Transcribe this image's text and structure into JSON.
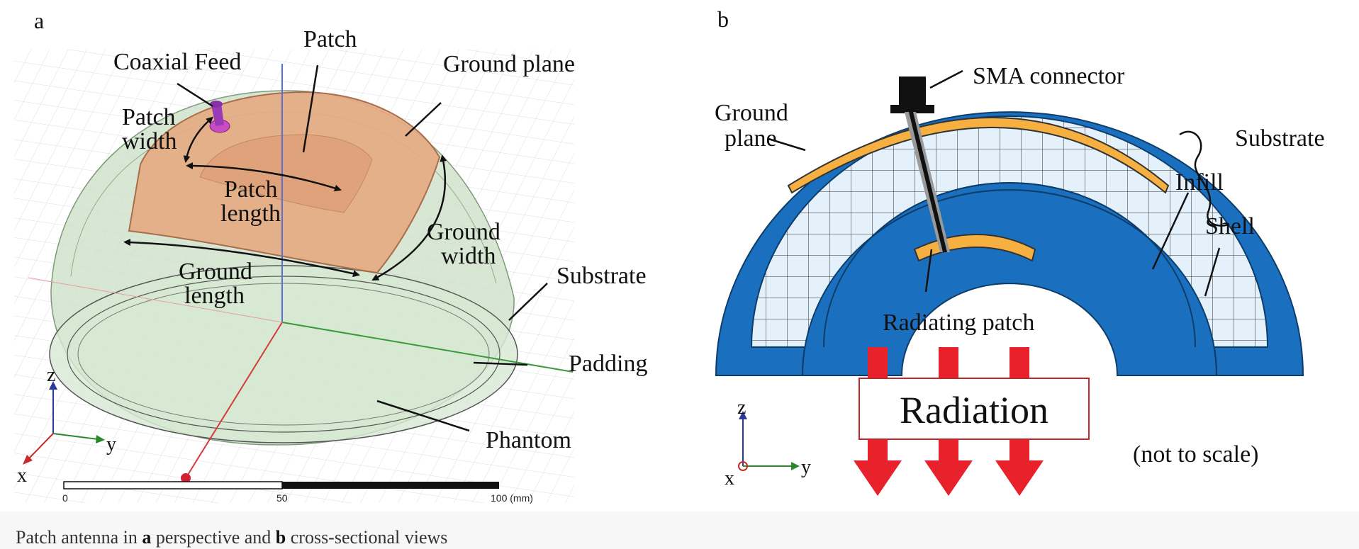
{
  "panel_a": {
    "letter": "a",
    "labels": {
      "coaxial_feed": "Coaxial Feed",
      "patch": "Patch",
      "ground_plane": "Ground plane",
      "patch_width_1": "Patch",
      "patch_width_2": "width",
      "patch_length_1": "Patch",
      "patch_length_2": "length",
      "ground_width_1": "Ground",
      "ground_width_2": "width",
      "ground_length_1": "Ground",
      "ground_length_2": "length",
      "substrate": "Substrate",
      "padding": "Padding",
      "phantom": "Phantom"
    },
    "axes": {
      "z": "z",
      "y": "y",
      "x": "x"
    },
    "scale": {
      "tick0": "0",
      "tick50": "50",
      "tick100": "100 (mm)"
    }
  },
  "panel_b": {
    "letter": "b",
    "labels": {
      "sma_connector": "SMA connector",
      "ground_plane_1": "Ground",
      "ground_plane_2": "plane",
      "substrate": "Substrate",
      "infill": "Infill",
      "shell": "Shell",
      "radiating_patch": "Radiating patch",
      "radiation": "Radiation",
      "not_to_scale": "(not to scale)"
    },
    "axes": {
      "z": "z",
      "y": "y",
      "x": "x"
    }
  },
  "caption": {
    "part1": "Patch antenna in ",
    "a": "a",
    "part2": " perspective and ",
    "b": "b",
    "part3": " cross-sectional views"
  },
  "colors": {
    "shell_blue": "#1a6fbf",
    "infill_blue": "#e4f1fb",
    "copper_orange": "#f6b042",
    "radiation_red": "#e8212b",
    "dome_green": "#c9dfc4",
    "patch_copper": "#e6aa82"
  }
}
